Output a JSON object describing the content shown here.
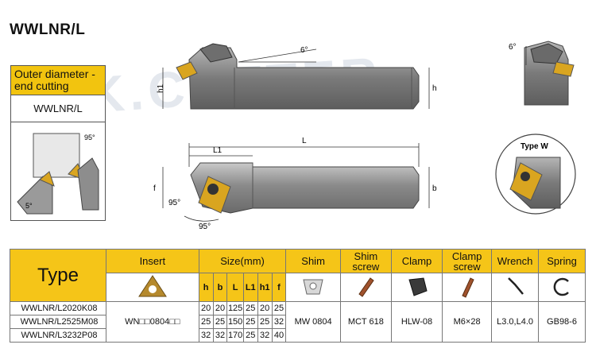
{
  "title": "WWLNR/L",
  "watermark": "K.CUTTER",
  "side_box": {
    "label": "Outer diameter - end cutting",
    "code": "WWLNR/L"
  },
  "drawing_labels": {
    "angle_top": "6°",
    "angle_side": "6°",
    "h1": "h1",
    "h": "h",
    "L": "L",
    "L1": "L1",
    "f": "f",
    "b": "b",
    "angle_95_left": "95°",
    "angle_95_bottom": "95°",
    "mini_95": "95°",
    "mini_5": "5°",
    "type_w": "Type W"
  },
  "table": {
    "headers": {
      "type": "Type",
      "insert": "Insert",
      "size": "Size(mm)",
      "shim": "Shim",
      "shim_screw": "Shim screw",
      "clamp": "Clamp",
      "clamp_screw": "Clamp screw",
      "wrench": "Wrench",
      "spring": "Spring"
    },
    "size_cols": [
      "h",
      "b",
      "L",
      "L1",
      "h1",
      "f"
    ],
    "rows": [
      {
        "model": "WWLNR/L2020K08",
        "h": "20",
        "b": "20",
        "L": "125",
        "L1": "25",
        "h1": "20",
        "f": "25"
      },
      {
        "model": "WWLNR/L2525M08",
        "h": "25",
        "b": "25",
        "L": "150",
        "L1": "25",
        "h1": "25",
        "f": "32"
      },
      {
        "model": "WWLNR/L3232P08",
        "h": "32",
        "b": "32",
        "L": "170",
        "L1": "25",
        "h1": "32",
        "f": "40"
      }
    ],
    "shared": {
      "insert": "WN□□0804□□",
      "shim": "MW 0804",
      "shim_screw": "MCT 618",
      "clamp": "HLW-08",
      "clamp_screw": "M6×28",
      "wrench": "L3.0,L4.0",
      "spring": "GB98-6"
    }
  },
  "colors": {
    "accent_yellow": "#f5c518",
    "insert_gold": "#d9a520",
    "body_gray": "#8c8c8c"
  }
}
